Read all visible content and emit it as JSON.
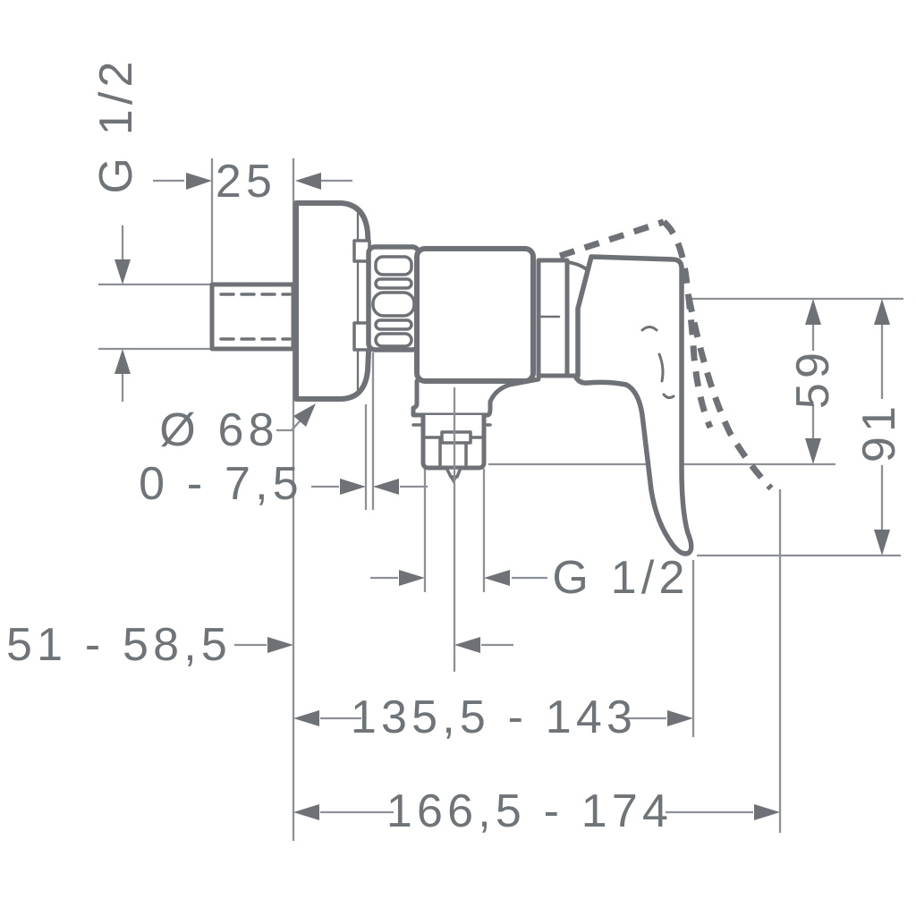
{
  "drawing": {
    "type": "technical-dimension-drawing",
    "subject": "wall-mounted single-lever shower mixer, side elevation with handle swing range shown dashed",
    "background": "#ffffff",
    "colors": {
      "outline": "#6e7277",
      "dimension_lines": "#8d9195",
      "text": "#6f7478"
    },
    "labels": {
      "supply_thread": "G 1/2",
      "nipple_projection": "25",
      "escutcheon_diameter": "Ø 68",
      "escutcheon_adjustment": "0 - 7,5",
      "outlet_thread": "G 1/2",
      "wall_to_outlet_center": "51 - 58,5",
      "outlet_to_handle_top": "59",
      "overall_height": "91",
      "wall_to_handle": "135,5 - 143",
      "overall_projection": "166,5 - 174"
    }
  }
}
